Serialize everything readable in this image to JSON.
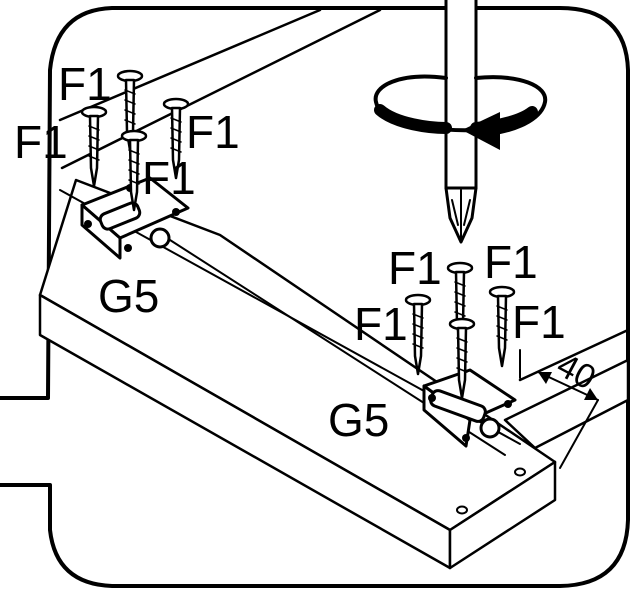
{
  "labels": {
    "screw": "F1",
    "hinge": "G5",
    "distance": "40"
  },
  "colors": {
    "line": "#000000",
    "background": "#ffffff"
  },
  "icons": [
    "screwdriver-icon",
    "rotation-arrow-icon",
    "screw-icon",
    "hinge-icon"
  ]
}
